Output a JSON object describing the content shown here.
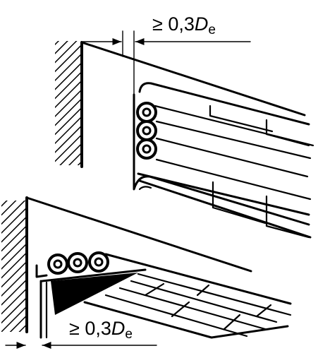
{
  "labels": {
    "clearance_top": {
      "op": "≥ 0,3",
      "symbol": "D",
      "sub": "e"
    },
    "clearance_bottom": {
      "op": "≥ 0,3",
      "symbol": "D",
      "sub": "e"
    }
  },
  "cables": {
    "vertical_tray_count": 3,
    "horizontal_tray_count": 3
  }
}
